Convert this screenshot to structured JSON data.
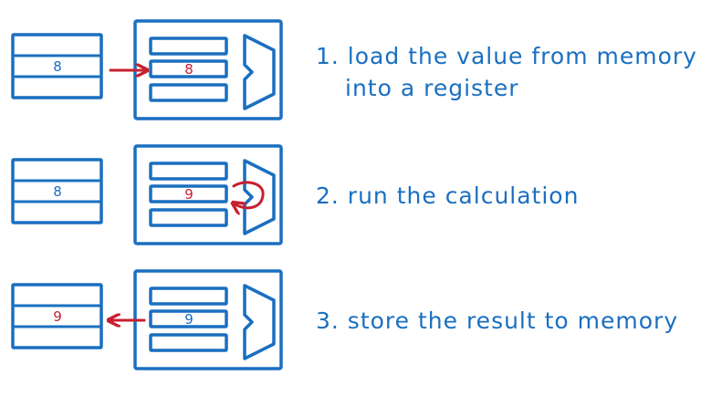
{
  "colors": {
    "ink": "#1a6fc0",
    "accent": "#c8202f"
  },
  "steps": [
    {
      "lines": [
        "1. load the value from memory",
        "into a register"
      ],
      "memory_middle_value": "8",
      "register_middle_value": "8",
      "memory_value_color": "ink",
      "register_value_color": "accent",
      "arrow": "memory-to-register"
    },
    {
      "lines": [
        "2. run the calculation"
      ],
      "memory_middle_value": "8",
      "register_middle_value": "9",
      "memory_value_color": "ink",
      "register_value_color": "accent",
      "arrow": "alu-loop"
    },
    {
      "lines": [
        "3. store the result to memory"
      ],
      "memory_middle_value": "9",
      "register_middle_value": "9",
      "memory_value_color": "accent",
      "register_value_color": "ink",
      "arrow": "register-to-memory"
    }
  ]
}
